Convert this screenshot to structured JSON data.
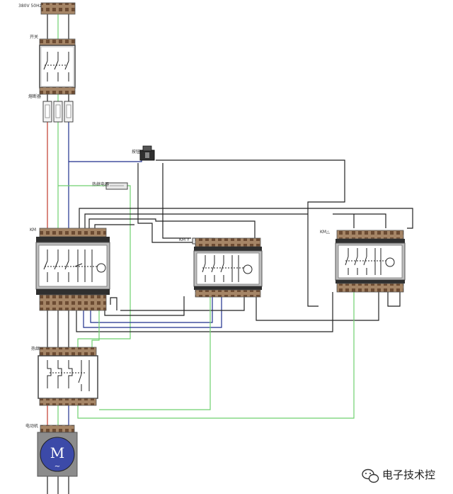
{
  "labels": {
    "power_supply": "380V 50Hz",
    "breaker": "开关",
    "fuse": "熔断器",
    "button": "按钮",
    "thermal": "热继电器",
    "km_main": "KM",
    "km_y": "KM Y",
    "km_delta": "KM△",
    "relay": "热继",
    "motor": "电动机",
    "motor_symbol": "M",
    "motor_tilde": "~"
  },
  "watermark": {
    "brand": "电子技术控"
  },
  "colors": {
    "wire_black": "#222222",
    "wire_blue": "#1f2f8c",
    "wire_green": "#6fd06f",
    "wire_red": "#c0392b",
    "component_gray": "#8c8c8c",
    "terminal_brown": "#8a6a4e",
    "panel_dark": "#2f2f2f",
    "motor_blue": "#3c4aa8"
  }
}
